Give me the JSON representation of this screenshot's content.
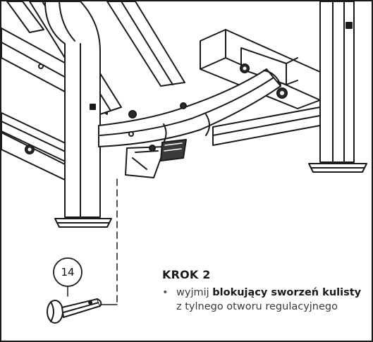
{
  "callout": {
    "number": "14"
  },
  "step": {
    "title": "KROK 2",
    "bullet": "•",
    "text_before": "wyjmij ",
    "text_bold": "blokujący sworzeń kulisty",
    "text_line2": "z tylnego otworu regulacyjnego"
  }
}
